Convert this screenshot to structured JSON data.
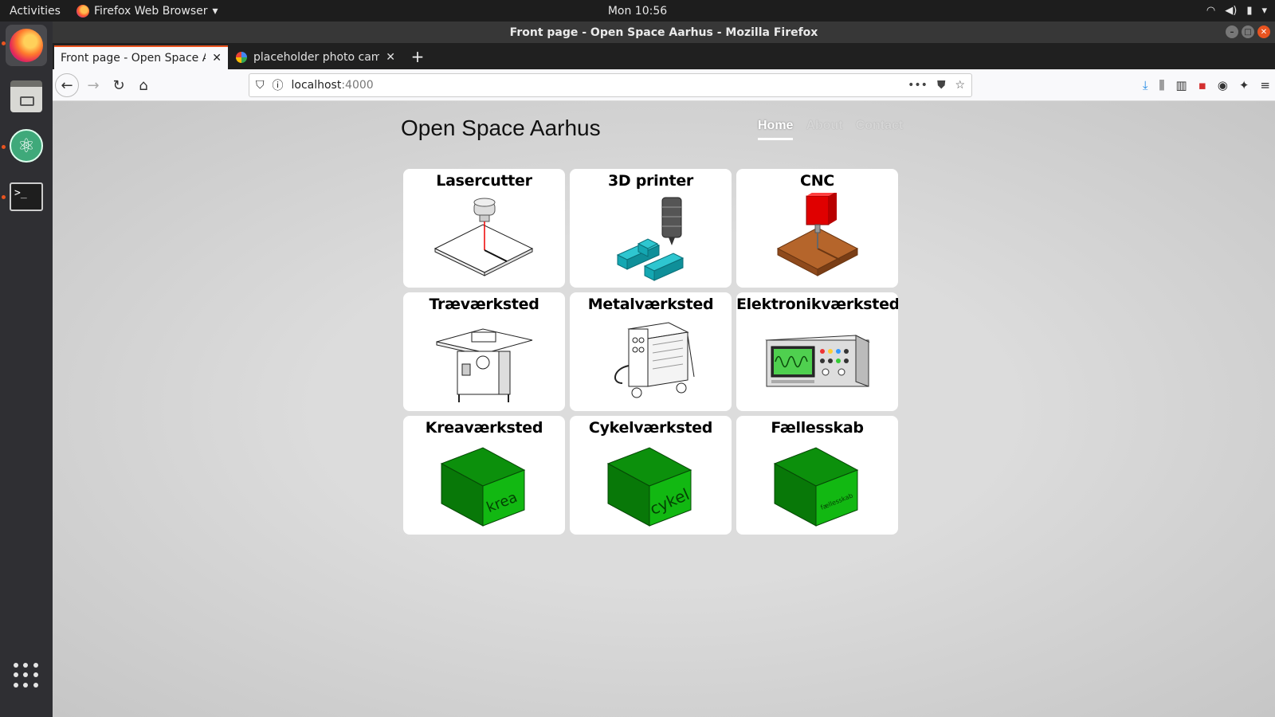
{
  "topbar": {
    "activities": "Activities",
    "app_name": "Firefox Web Browser",
    "clock": "Mon 10:56"
  },
  "window": {
    "title": "Front page - Open Space Aarhus - Mozilla Firefox"
  },
  "tabs": [
    {
      "label": "Front page - Open Space Aar",
      "active": true
    },
    {
      "label": "placeholder photo came",
      "active": false
    }
  ],
  "url": {
    "host": "localhost",
    "port": ":4000"
  },
  "site": {
    "title": "Open Space Aarhus",
    "nav": [
      {
        "label": "Home"
      },
      {
        "label": "About"
      },
      {
        "label": "Contact"
      }
    ]
  },
  "cards": [
    {
      "title": "Lasercutter",
      "icon": "lasercutter-icon"
    },
    {
      "title": "3D printer",
      "icon": "3d-printer-icon"
    },
    {
      "title": "CNC",
      "icon": "cnc-icon"
    },
    {
      "title": "Træværksted",
      "icon": "table-saw-icon"
    },
    {
      "title": "Metalværksted",
      "icon": "welder-icon"
    },
    {
      "title": "Elektronikværksted",
      "icon": "oscilloscope-icon"
    },
    {
      "title": "Kreaværksted",
      "icon": "green-box-icon",
      "box_label": "krea"
    },
    {
      "title": "Cykelværksted",
      "icon": "green-box-icon",
      "box_label": "cykel"
    },
    {
      "title": "Fællesskab",
      "icon": "green-box-icon",
      "box_label": "fællesskab"
    }
  ],
  "colors": {
    "ubuntu_orange": "#e95420",
    "box_green": "#0a8a0a",
    "cnc_red": "#e00000",
    "wood": "#b5652b",
    "printer_teal": "#1fb8c4"
  }
}
